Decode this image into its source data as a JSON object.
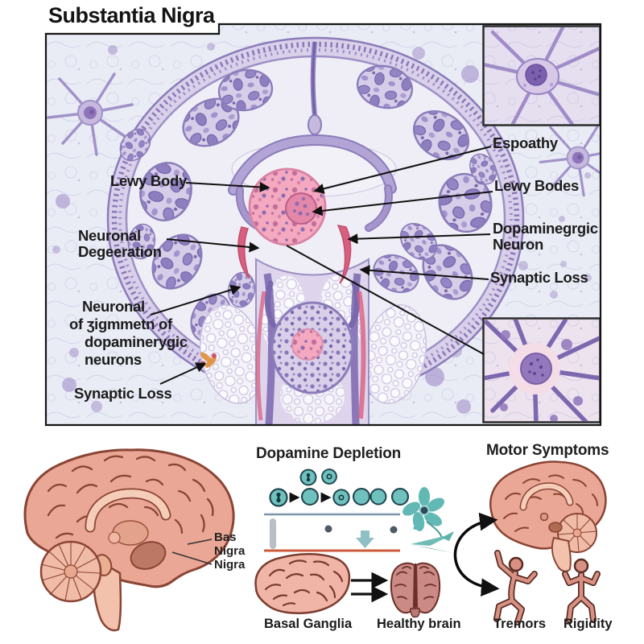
{
  "title": "Substantia Nigra",
  "histology": {
    "labels": [
      {
        "lines": [
          "Lewy Body"
        ]
      },
      {
        "lines": [
          "Espoathy"
        ]
      },
      {
        "lines": [
          "Lewy Bodes"
        ]
      },
      {
        "lines": [
          "Dopaminegrgic",
          "Neuron"
        ]
      },
      {
        "lines": [
          "Synaptic Loss"
        ]
      },
      {
        "lines": [
          "Neuronal",
          "Degeeration"
        ]
      },
      {
        "lines": [
          "Neuronal",
          "of ʒigmmetn of",
          "dopaminerygic",
          "neurons"
        ]
      },
      {
        "lines": [
          "Synaptic Loss"
        ]
      }
    ]
  },
  "bottom": {
    "brain_label": {
      "lines": [
        "Bas",
        "Nigra",
        "Nigra"
      ]
    },
    "dopamine_heading": "Dopamine Depletion",
    "motor_heading": "Motor Symptoms",
    "basal_ganglia_label": "Basal Ganglia",
    "healthy_brain_label": "Healthy brain",
    "tremors_label": "Tremors",
    "rigidity_label": "Rigidity"
  },
  "colors": {
    "histology_background": "#e9ecf5",
    "purple_outline": "#8b7cba",
    "lewy_body_pink": "#f4a9c0",
    "red_band": "#d85f80",
    "teal": "#6ec1bd",
    "orange_line": "#cc5a39",
    "blue_line": "#7b93ad",
    "brain_salmon": "#eba795",
    "brain_outline": "#8a4434",
    "label_text": "#1b1b1b"
  }
}
